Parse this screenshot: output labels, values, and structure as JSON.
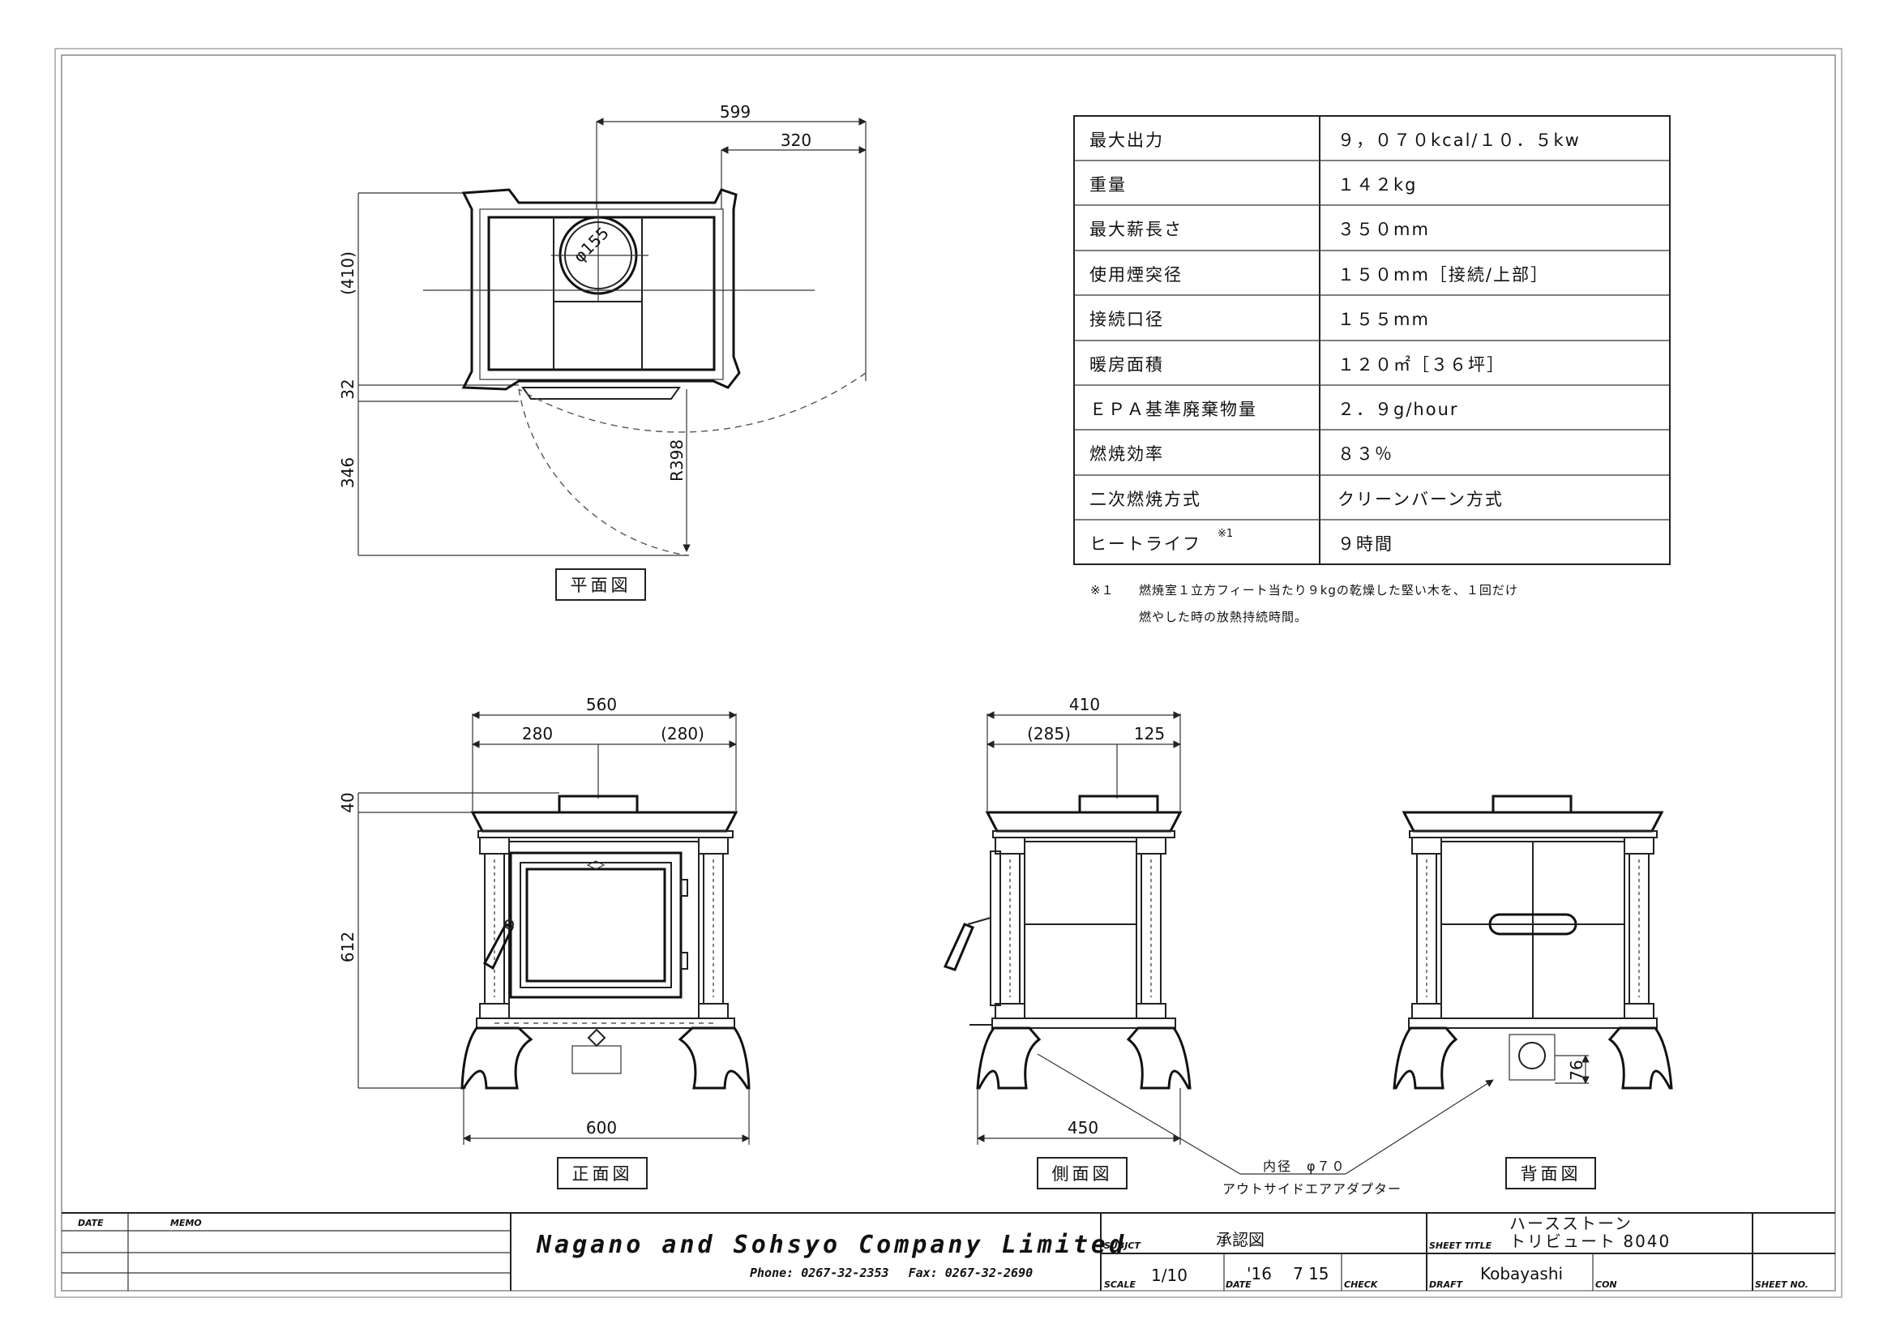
{
  "plan": {
    "dims": {
      "overall_width": "599",
      "half_right": "320",
      "depth_paren": "(410)",
      "front_gap": "32",
      "swing": "346",
      "radius": "R398",
      "flue": "φ155"
    },
    "label": "平面図"
  },
  "specs": {
    "rows": [
      {
        "label": "最大出力",
        "value": "９，０７０kcal/１０．５kw"
      },
      {
        "label": "重量",
        "value": "１４２kg"
      },
      {
        "label": "最大薪長さ",
        "value": "３５０mm"
      },
      {
        "label": "使用煙突径",
        "value": "１５０mm［接続/上部］"
      },
      {
        "label": "接続口径",
        "value": "１５５mm"
      },
      {
        "label": "暖房面積",
        "value": "１２０㎡［３６坪］"
      },
      {
        "label": "ＥＰＡ基準廃棄物量",
        "value": "２．９g/hour"
      },
      {
        "label": "燃焼効率",
        "value": "８３％"
      },
      {
        "label": "二次燃焼方式",
        "value": "クリーンバーン方式"
      },
      {
        "label": "ヒートライフ",
        "value": "９時間"
      }
    ],
    "footnote_mark": "※1",
    "note_mark": "※１",
    "note_line1": "燃焼室１立方フィート当たり９kgの乾燥した堅い木を、１回だけ",
    "note_line2": "燃やした時の放熱持続時間。"
  },
  "front": {
    "dims": {
      "top_width": "560",
      "left_half": "280",
      "right_half": "(280)",
      "top_height": "40",
      "body_height": "612",
      "base_width": "600"
    },
    "label": "正面図"
  },
  "side": {
    "dims": {
      "top_depth": "410",
      "rear_part": "(285)",
      "front_part": "125",
      "base_depth": "450"
    },
    "label": "側面図"
  },
  "rear": {
    "dims": {
      "adapter_height": "76"
    },
    "label": "背面図"
  },
  "adapter": {
    "line1": "内径　φ７０",
    "line2": "アウトサイドエアアダプター"
  },
  "titleblock": {
    "date_h": "DATE",
    "memo_h": "MEMO",
    "company": "Nagano and Sohsyo Company Limited",
    "phone": "Phone: 0267-32-2353　 Fax: 0267-32-2690",
    "subjct_h": "SUBJCT",
    "subject": "承認図",
    "sheet_title_h": "SHEET TITLE",
    "title1": "ハースストーン",
    "title2": "トリビュート 8040",
    "scale_h": "SCALE",
    "scale": "1/10",
    "date2_h": "DATE",
    "date_year": "'16",
    "date_md": "7 15",
    "check_h": "CHECK",
    "draft_h": "DRAFT",
    "draft": "Kobayashi",
    "con_h": "CON",
    "sheet_no_h": "SHEET NO."
  }
}
